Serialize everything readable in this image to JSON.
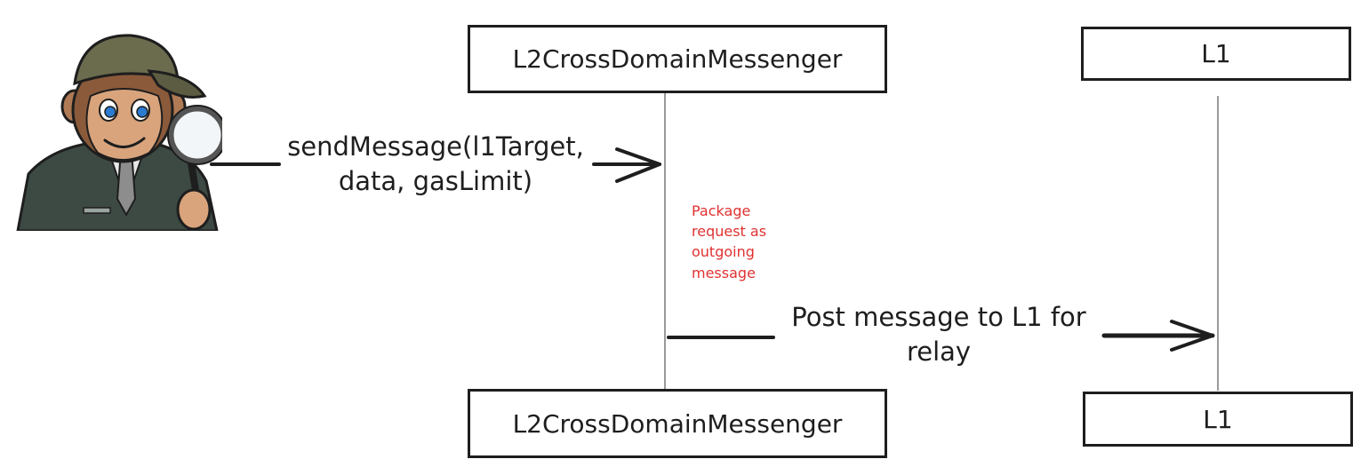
{
  "participants": [
    {
      "id": "l2",
      "label": "L2CrossDomainMessenger"
    },
    {
      "id": "l1",
      "label": "L1"
    }
  ],
  "messages": [
    {
      "line1": "sendMessage(l1Target,",
      "line2": "data, gasLimit)"
    },
    {
      "line1": "Post message to L1 for",
      "line2": "relay"
    }
  ],
  "note": {
    "lines": [
      "Package",
      "request as",
      "outgoing",
      "message"
    ],
    "color": "#e03131"
  },
  "avatar": {
    "icon": "detective-monkey-avatar-icon"
  },
  "colors": {
    "stroke": "#1e1e1e",
    "lifeline": "#9a9a9a",
    "note": "#e03131"
  }
}
